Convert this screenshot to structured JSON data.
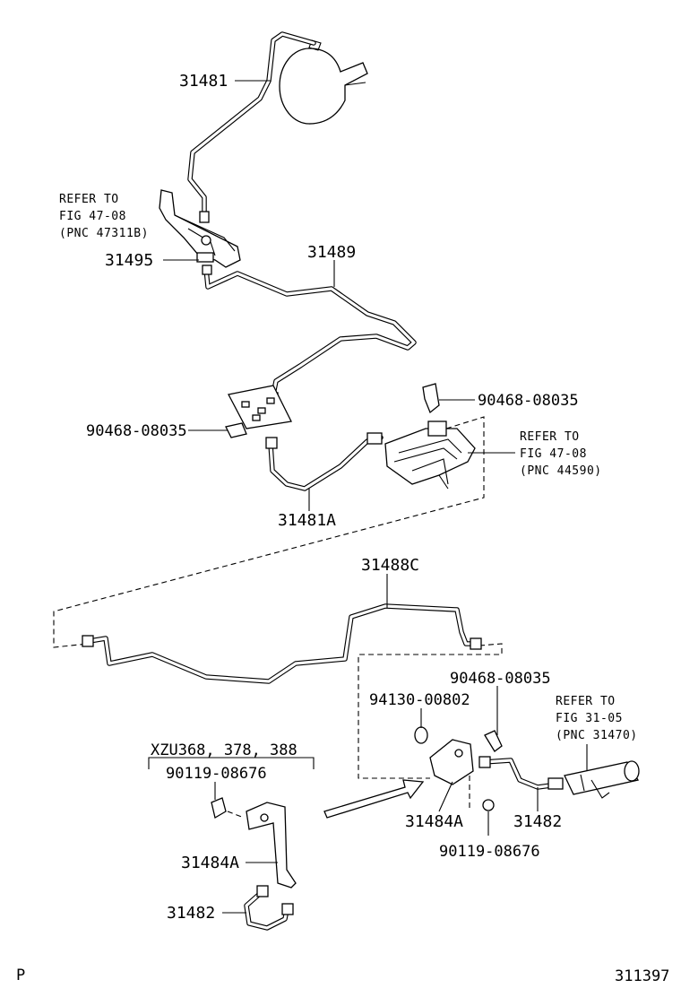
{
  "labels": {
    "p31481_top": "31481",
    "refer1_l1": "REFER TO",
    "refer1_l2": "FIG 47-08",
    "refer1_l3": "(PNC 47311B)",
    "p31495": "31495",
    "p31489": "31489",
    "p90468_a": "90468-08035",
    "p90468_b": "90468-08035",
    "refer2_l1": "REFER TO",
    "refer2_l2": "FIG 47-08",
    "refer2_l3": "(PNC 44590)",
    "p31481A": "31481A",
    "p31488C": "31488C",
    "p90468_c": "90468-08035",
    "p94130": "94130-00802",
    "refer3_l1": "REFER TO",
    "refer3_l2": "FIG 31-05",
    "refer3_l3": "(PNC 31470)",
    "xzu_note": "XZU368, 378, 388",
    "p90119_left": "90119-08676",
    "p31484A_right": "31484A",
    "p31482_right": "31482",
    "p90119_right": "90119-08676",
    "p31484A_left": "31484A",
    "p31482_left": "31482",
    "corner_p": "P",
    "figure_no": "311397"
  }
}
